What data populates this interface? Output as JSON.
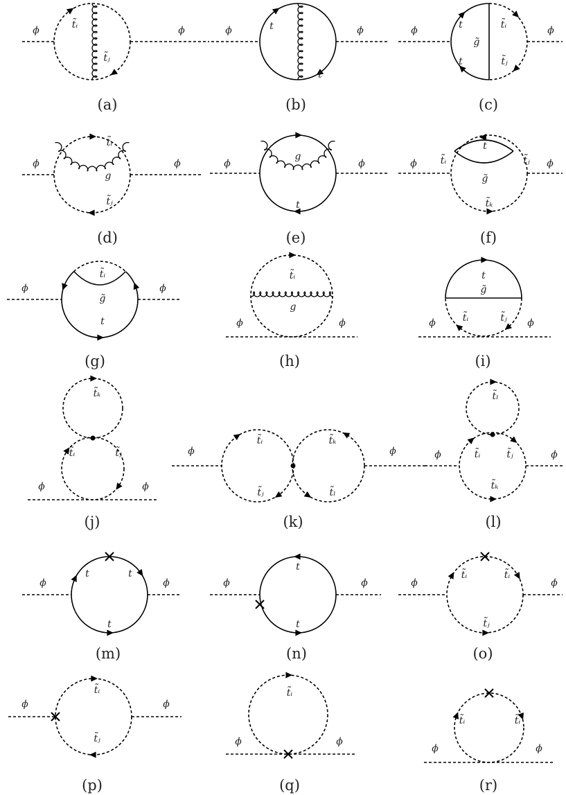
{
  "labels": {
    "phi": "ϕ",
    "t": "t",
    "g": "g",
    "gluino": "g̃",
    "stop_i": "t̃ᵢ",
    "stop_j": "t̃ⱼ",
    "stop_k": "t̃ₖ",
    "stop_l": "t̃ₗ"
  },
  "captions": [
    "(a)",
    "(b)",
    "(c)",
    "(d)",
    "(e)",
    "(f)",
    "(g)",
    "(h)",
    "(i)",
    "(j)",
    "(k)",
    "(l)",
    "(m)",
    "(n)",
    "(o)",
    "(p)",
    "(q)",
    "(r)"
  ],
  "diagrams": [
    {
      "caption": "(a)",
      "lines": [
        "scalar external ϕ",
        "stop loop t̃ᵢ / t̃ⱼ",
        "vertical gluon"
      ]
    },
    {
      "caption": "(b)",
      "lines": [
        "scalar external ϕ",
        "top loop t / t",
        "vertical gluon"
      ]
    },
    {
      "caption": "(c)",
      "lines": [
        "scalar external ϕ",
        "top half t / t",
        "stop half t̃ᵢ / t̃ⱼ",
        "gluino chord g̃"
      ]
    },
    {
      "caption": "(d)",
      "lines": [
        "scalar external ϕ",
        "stop loop t̃ᵢ / t̃ⱼ",
        "gluon arc g"
      ]
    },
    {
      "caption": "(e)",
      "lines": [
        "scalar external ϕ",
        "top loop t",
        "gluon arc g"
      ]
    },
    {
      "caption": "(f)",
      "lines": [
        "scalar external ϕ",
        "stop loop t̃ᵢ t̃ⱼ t̃ₖ",
        "top arc t",
        "gluino g̃"
      ]
    },
    {
      "caption": "(g)",
      "lines": [
        "scalar external ϕ",
        "top loop t",
        "stop arc t̃ᵢ",
        "gluino g̃"
      ]
    },
    {
      "caption": "(h)",
      "lines": [
        "quartic ϕ",
        "stop loop t̃ᵢ",
        "gluon chord g"
      ]
    },
    {
      "caption": "(i)",
      "lines": [
        "quartic ϕ",
        "top arc t",
        "gluino chord g̃",
        "stops t̃ᵢ t̃ⱼ"
      ]
    },
    {
      "caption": "(j)",
      "lines": [
        "quartic ϕ",
        "stop loops t̃ᵢ t̃ⱼ",
        "upper loop t̃ₖ"
      ]
    },
    {
      "caption": "(k)",
      "lines": [
        "scalar external ϕ",
        "two stop loops t̃ᵢ t̃ⱼ / t̃ₖ t̃ₗ"
      ]
    },
    {
      "caption": "(l)",
      "lines": [
        "scalar external ϕ",
        "stop loop t̃ᵢ t̃ⱼ t̃ₖ",
        "upper loop t̃ₗ"
      ]
    },
    {
      "caption": "(m)",
      "lines": [
        "scalar external ϕ",
        "top loop with cross"
      ]
    },
    {
      "caption": "(n)",
      "lines": [
        "scalar external ϕ",
        "top loop, cross at vertex"
      ]
    },
    {
      "caption": "(o)",
      "lines": [
        "scalar external ϕ",
        "stop loop with cross"
      ]
    },
    {
      "caption": "(p)",
      "lines": [
        "scalar external ϕ",
        "stop loop, cross at vertex"
      ]
    },
    {
      "caption": "(q)",
      "lines": [
        "quartic ϕ",
        "stop loop, cross at vertex"
      ]
    },
    {
      "caption": "(r)",
      "lines": [
        "quartic ϕ",
        "stop loop with cross"
      ]
    }
  ]
}
